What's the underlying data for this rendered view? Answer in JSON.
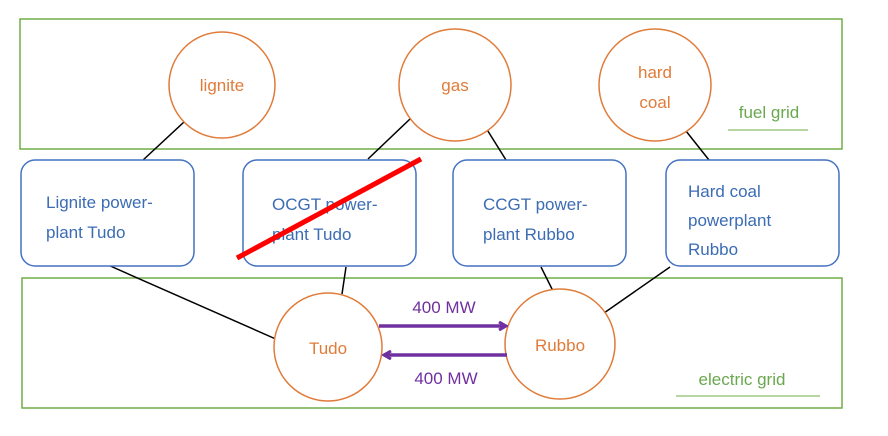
{
  "colors": {
    "grid_border": "#70AD47",
    "node_border": "#E07B39",
    "node_text": "#E07B39",
    "plant_border": "#4472C4",
    "plant_text": "#3B6CB4",
    "flow_arrow": "#7030A0",
    "cross_out": "#FF0000",
    "connector": "#000000"
  },
  "grids": {
    "fuel_label": "fuel grid",
    "electric_label": "electric grid"
  },
  "fuel_nodes": {
    "lignite": "lignite",
    "gas": "gas",
    "hard_coal_line1": "hard",
    "hard_coal_line2": "coal"
  },
  "plants": {
    "lignite": {
      "line1": "Lignite power-",
      "line2": "plant Tudo"
    },
    "ocgt": {
      "line1": "OCGT power-",
      "line2": "plant Tudo",
      "crossed_out": true
    },
    "ccgt": {
      "line1": "CCGT power-",
      "line2": "plant Rubbo"
    },
    "hard_coal": {
      "line1": "Hard coal",
      "line2": "powerplant",
      "line3": "Rubbo"
    }
  },
  "electric_nodes": {
    "tudo": "Tudo",
    "rubbo": "Rubbo"
  },
  "flows": {
    "tudo_to_rubbo": "400 MW",
    "rubbo_to_tudo": "400 MW"
  }
}
